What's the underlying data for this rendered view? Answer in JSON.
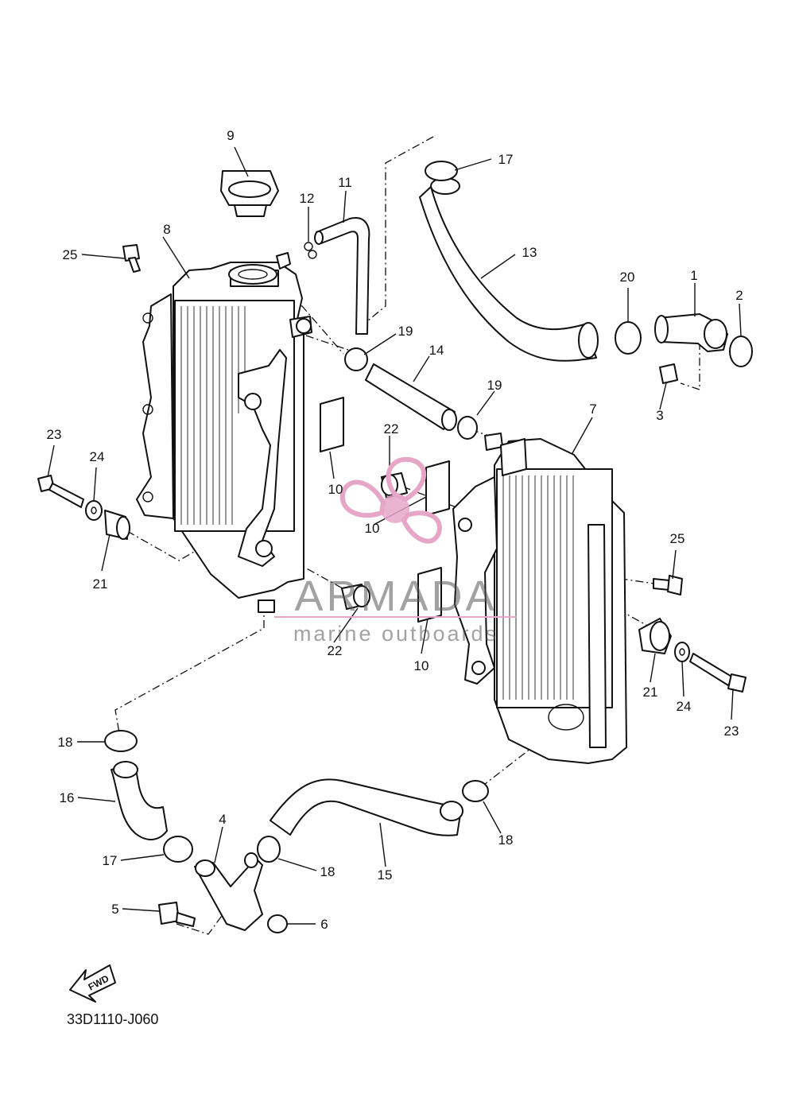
{
  "diagram": {
    "part_numbers": [
      "1",
      "2",
      "3",
      "4",
      "5",
      "6",
      "7",
      "8",
      "9",
      "10",
      "10",
      "10",
      "11",
      "12",
      "13",
      "14",
      "15",
      "16",
      "17",
      "17",
      "18",
      "18",
      "18",
      "19",
      "19",
      "20",
      "21",
      "21",
      "22",
      "22",
      "23",
      "23",
      "24",
      "24",
      "25",
      "25"
    ],
    "drawing_code": "33D1110-J060",
    "fwd_label": "FWD"
  },
  "watermark": {
    "brand": "ARMADA",
    "tagline": "marine outboards",
    "accent_color": "#e6a6c8"
  }
}
